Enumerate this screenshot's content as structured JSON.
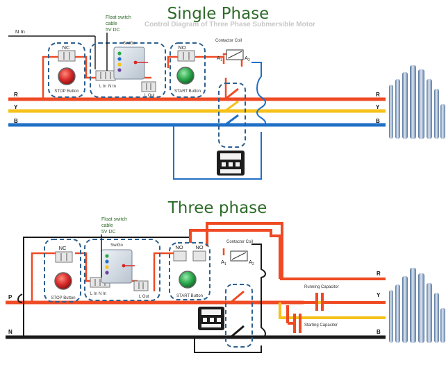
{
  "top": {
    "title": "Single Phase",
    "faded_heading": "Control Diagram of Three Phase Submersible Motor",
    "float_note": [
      "Float switch",
      "cable",
      "5V DC"
    ],
    "supply_label": "N In",
    "device_name": "SwiGo",
    "nc_label": "NC",
    "no_label": "NO",
    "stop_label": "STOP Button",
    "start_label": "START Button",
    "lin_label": "L In",
    "nin_label": "N In",
    "lout_label": "L Out",
    "coil_label": "Contactor Coil",
    "a1": "A",
    "a1_sub": "1",
    "a2": "A",
    "a2_sub": "2",
    "lines": {
      "r": "R",
      "y": "Y",
      "b": "B"
    }
  },
  "bottom": {
    "title": "Three phase",
    "float_note": [
      "Float switch",
      "cable",
      "5V DC"
    ],
    "device_name": "SwiGo",
    "nc_label": "NC",
    "no_label": "NO",
    "stop_label": "STOP Button",
    "start_label": "START Button",
    "lin_label": "L In",
    "nin_label": "N In",
    "lout_label": "L Out",
    "coil_label": "Contactor Coil",
    "a1": "A",
    "a1_sub": "1",
    "a2": "A",
    "a2_sub": "2",
    "running_cap": "Running Capacitor",
    "starting_cap": "Starting Capacitor",
    "lines": {
      "p": "P",
      "n": "N",
      "r": "R",
      "y": "Y",
      "b": "B"
    }
  },
  "colors": {
    "red_wire": "#ef4a23",
    "yellow_wire": "#f5c11a",
    "blue_wire": "#1f6fc6",
    "black_wire": "#1a1a1a",
    "dashed_box": "#2c5f8f",
    "title_green": "#2e6b2a",
    "stop_button": "#d62828",
    "start_button": "#2aa84a"
  }
}
